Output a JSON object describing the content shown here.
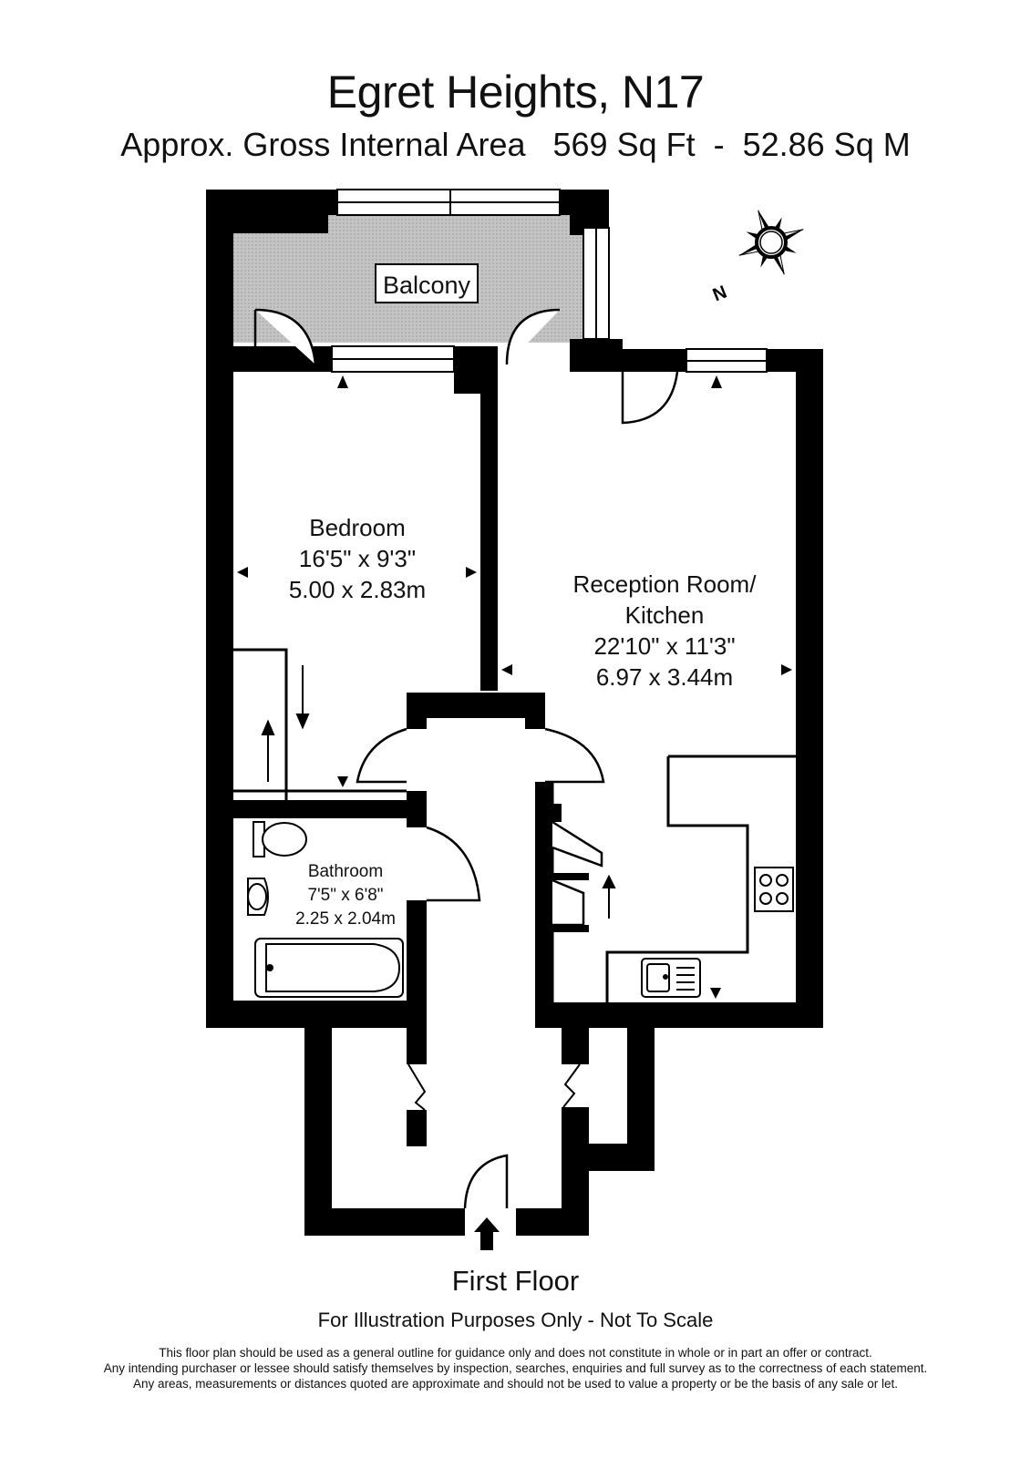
{
  "header": {
    "title": "Egret Heights, N17",
    "subtitle": "Approx. Gross Internal Area   569 Sq Ft  -  52.86 Sq M"
  },
  "rooms": {
    "balcony": {
      "name": "Balcony"
    },
    "bedroom": {
      "name": "Bedroom",
      "imperial": "16'5\" x 9'3\"",
      "metric": "5.00 x 2.83m"
    },
    "reception": {
      "name_line1": "Reception Room/",
      "name_line2": "Kitchen",
      "imperial": "22'10\" x 11'3\"",
      "metric": "6.97 x 3.44m"
    },
    "bathroom": {
      "name": "Bathroom",
      "imperial": "7'5\" x 6'8\"",
      "metric": "2.25 x 2.04m"
    }
  },
  "compass": {
    "label": "N",
    "icon": "compass-rose-icon"
  },
  "footer": {
    "floor": "First Floor",
    "illustration_note": "For Illustration Purposes Only - Not To Scale",
    "disclaimer": [
      "This floor plan should be used as a general outline for guidance only and does not constitute in whole or in part an offer or contract.",
      "Any intending purchaser or lessee should satisfy themselves by inspection, searches, enquiries and full survey as to the correctness of each statement.",
      "Any areas, measurements or distances quoted are approximate and should not be used to value a property or be the basis of any sale or let."
    ]
  },
  "colors": {
    "wall": "#000000",
    "balcony_fill": "#bdbdbd",
    "background": "#ffffff"
  }
}
